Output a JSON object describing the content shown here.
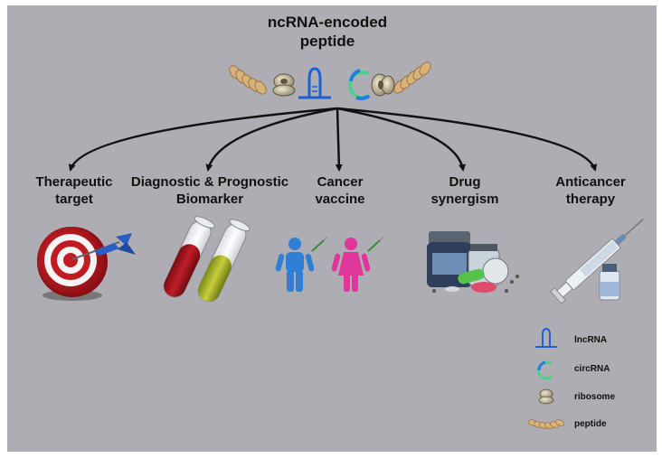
{
  "title_line1": "ncRNA-encoded",
  "title_line2": "peptide",
  "applications": [
    {
      "line1": "Therapeutic",
      "line2": "target",
      "icon": "dartboard-icon"
    },
    {
      "line1": "Diagnostic & Prognostic",
      "line2": "Biomarker",
      "icon": "test-tubes-icon"
    },
    {
      "line1": "Cancer",
      "line2": "vaccine",
      "icon": "vaccination-people-icon"
    },
    {
      "line1": "Drug",
      "line2": "synergism",
      "icon": "pills-icon"
    },
    {
      "line1": "Anticancer",
      "line2": "therapy",
      "icon": "syringe-vial-icon"
    }
  ],
  "legend": [
    {
      "label": "lncRNA",
      "icon": "lncrna-icon"
    },
    {
      "label": "circRNA",
      "icon": "circrna-icon"
    },
    {
      "label": "ribosome",
      "icon": "ribosome-icon"
    },
    {
      "label": "peptide",
      "icon": "peptide-icon"
    }
  ],
  "colors": {
    "background": "#aeadb3",
    "lncrna": "#1f5fd6",
    "circrna_blue": "#1f7fe0",
    "circrna_green": "#4fd08a",
    "peptide": "#d9b27a",
    "ribosome": "#c8bfa0",
    "dartboard_red": "#b11a22",
    "person_male": "#2f7fd6",
    "person_female": "#e0359a"
  }
}
